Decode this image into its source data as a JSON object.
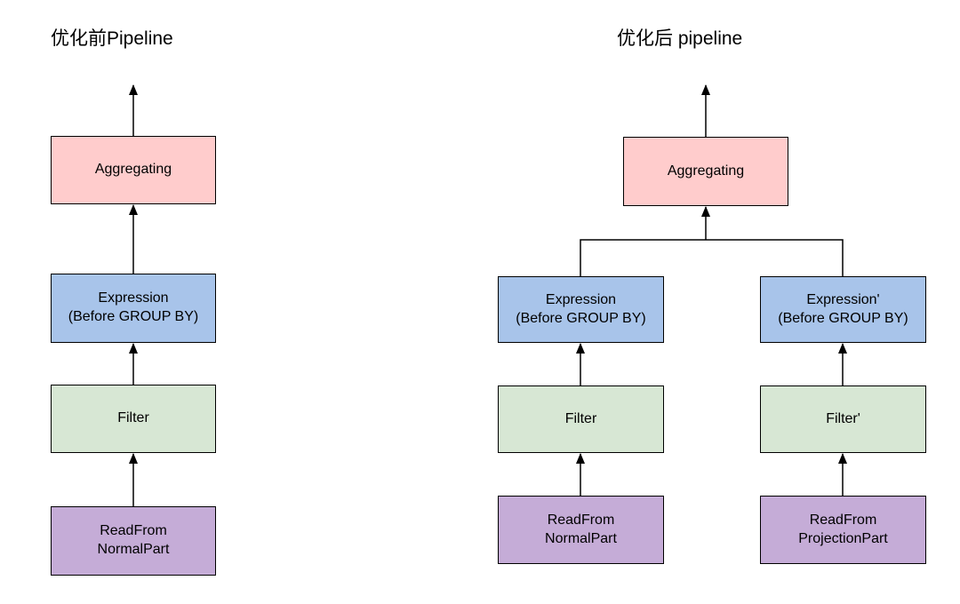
{
  "colors": {
    "aggregating_fill": "#FFCCCC",
    "expression_fill": "#A8C4EA",
    "filter_fill": "#D7E7D4",
    "read_fill": "#C5ACD7",
    "stroke": "#000000",
    "background": "#FFFFFF",
    "text": "#000000"
  },
  "left": {
    "title": "优化前Pipeline",
    "aggregating": "Aggregating",
    "expression": "Expression\n(Before GROUP BY)",
    "filter": "Filter",
    "read": "ReadFrom\nNormalPart"
  },
  "right": {
    "title": "优化后 pipeline",
    "aggregating": "Aggregating",
    "expression_normal": "Expression\n(Before GROUP BY)",
    "expression_projection": "Expression'\n(Before GROUP BY)",
    "filter_normal": "Filter",
    "filter_projection": "Filter'",
    "read_normal": "ReadFrom\nNormalPart",
    "read_projection": "ReadFrom\nProjectionPart"
  }
}
